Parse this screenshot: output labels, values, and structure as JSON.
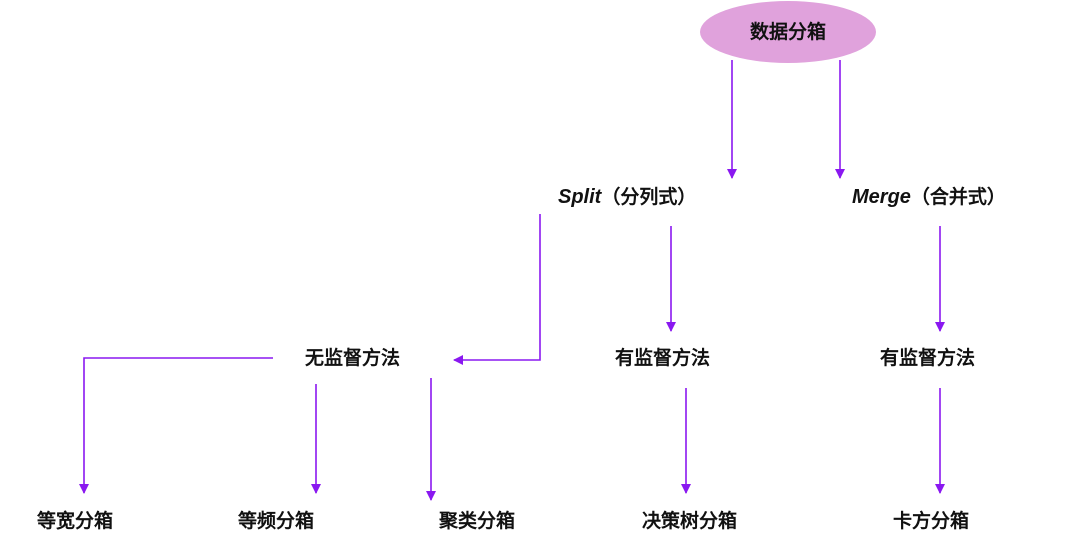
{
  "diagram": {
    "root": {
      "label": "数据分箱",
      "fill": "#e0a2dc"
    },
    "edge_color": "#8a18f0",
    "level1": {
      "split": {
        "en": "Split",
        "zh": "（分列式）"
      },
      "merge": {
        "en": "Merge",
        "zh": "（合并式）"
      }
    },
    "level2": {
      "unsupervised": "无监督方法",
      "supervised_split": "有监督方法",
      "supervised_merge": "有监督方法"
    },
    "leaves": {
      "equal_width": "等宽分箱",
      "equal_freq": "等频分箱",
      "cluster": "聚类分箱",
      "decision_tree": "决策树分箱",
      "chi_square": "卡方分箱"
    }
  }
}
